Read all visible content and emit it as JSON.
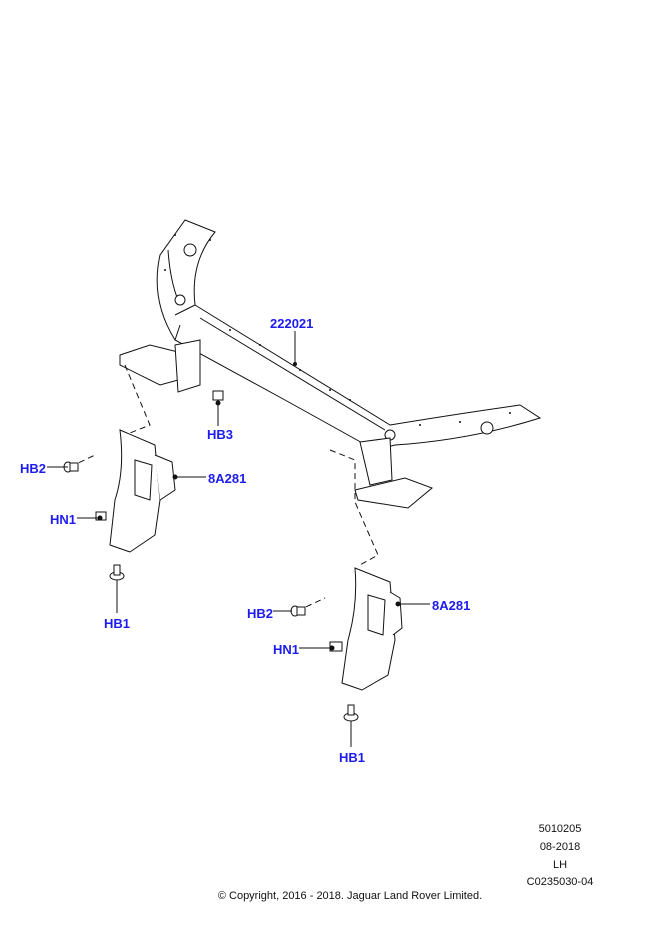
{
  "callouts": {
    "frame": "222021",
    "hb3": "HB3",
    "hb2_left": "HB2",
    "bracket_left": "8A281",
    "hn1_left": "HN1",
    "hb1_left": "HB1",
    "hb2_right": "HB2",
    "bracket_right": "8A281",
    "hn1_right": "HN1",
    "hb1_right": "HB1"
  },
  "info": {
    "ref": "5010205",
    "date": "08-2018",
    "side": "LH",
    "code": "C0235030-04"
  },
  "copyright": "© Copyright, 2016 - 2018. Jaguar Land Rover Limited.",
  "colors": {
    "callout": "#1c1cf0",
    "line": "#111111"
  }
}
